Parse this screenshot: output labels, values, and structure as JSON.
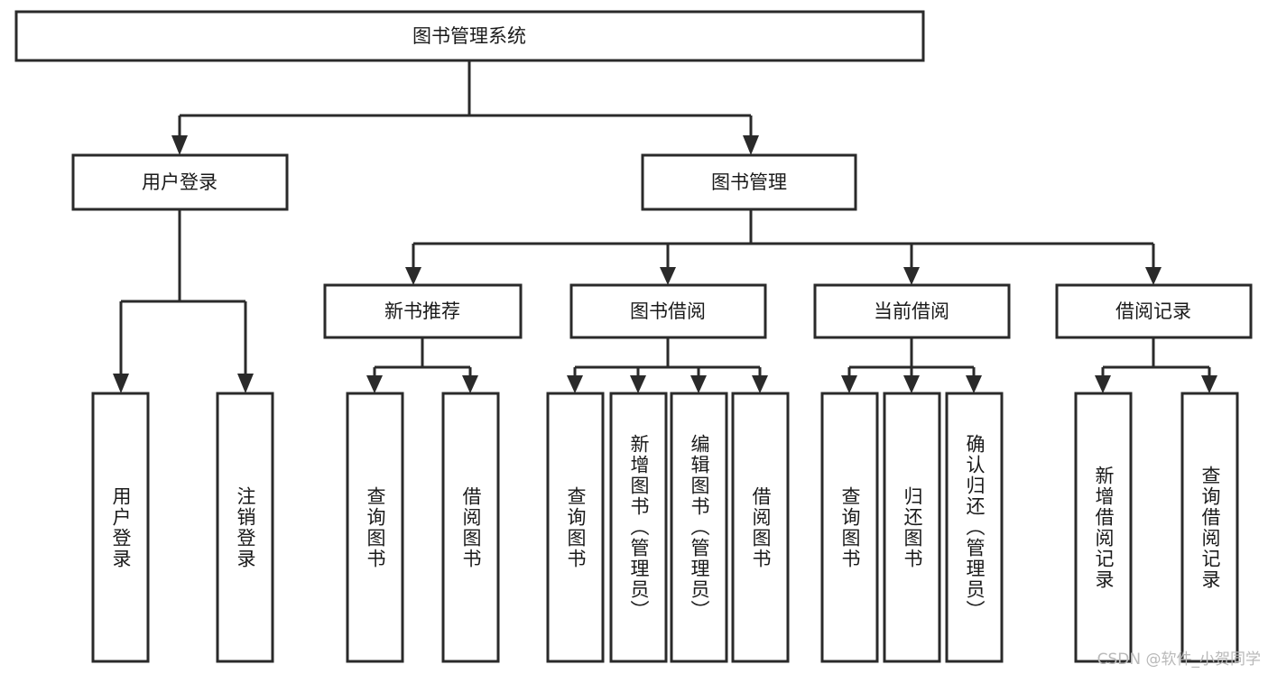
{
  "diagram": {
    "title": "图书管理系统",
    "type": "tree",
    "watermark": "CSDN @软件_小贺同学",
    "colors": {
      "stroke": "#2a2a2a",
      "fill": "#ffffff",
      "text": "#1a1a1a",
      "watermark": "#b9b9b9"
    },
    "levels": {
      "root": {
        "label": "图书管理系统"
      },
      "level2": [
        {
          "label": "用户登录"
        },
        {
          "label": "图书管理"
        }
      ],
      "level3": [
        {
          "label": "新书推荐"
        },
        {
          "label": "图书借阅"
        },
        {
          "label": "当前借阅"
        },
        {
          "label": "借阅记录"
        }
      ],
      "leaves": [
        {
          "label": "用户登录",
          "parent": "用户登录"
        },
        {
          "label": "注销登录",
          "parent": "用户登录"
        },
        {
          "label": "查询图书",
          "parent": "新书推荐"
        },
        {
          "label": "借阅图书",
          "parent": "新书推荐"
        },
        {
          "label": "查询图书",
          "parent": "图书借阅"
        },
        {
          "label": "新增图书（管理员）",
          "parent": "图书借阅"
        },
        {
          "label": "编辑图书（管理员）",
          "parent": "图书借阅"
        },
        {
          "label": "借阅图书",
          "parent": "图书借阅"
        },
        {
          "label": "查询图书",
          "parent": "当前借阅"
        },
        {
          "label": "归还图书",
          "parent": "当前借阅"
        },
        {
          "label": "确认归还（管理员）",
          "parent": "当前借阅"
        },
        {
          "label": "新增借阅记录",
          "parent": "借阅记录"
        },
        {
          "label": "查询借阅记录",
          "parent": "借阅记录"
        }
      ]
    }
  }
}
